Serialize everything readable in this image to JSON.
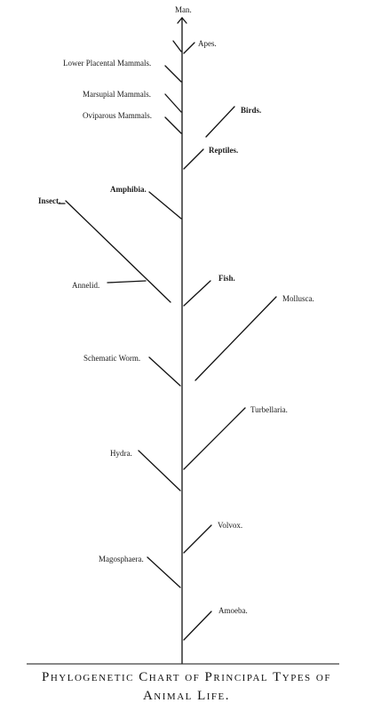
{
  "title_top": "Man.",
  "caption": {
    "line1": "Phylogenetic Chart of Principal Types of",
    "line2": "Animal Life."
  },
  "labels": {
    "apes": "Apes.",
    "lower_placental": "Lower Placental Mammals.",
    "marsupial": "Marsupial Mammals.",
    "oviparous": "Oviparous Mammals.",
    "birds": "Birds.",
    "reptiles": "Reptiles.",
    "amphibia": "Amphibia.",
    "insect": "Insect.",
    "annelid": "Annelid.",
    "fish": "Fish.",
    "mollusca": "Mollusca.",
    "schematic_worm": "Schematic Worm.",
    "turbellaria": "Turbellaria.",
    "hydra": "Hydra.",
    "volvox": "Volvox.",
    "magosphaera": "Magosphaera.",
    "amoeba": "Amoeba."
  }
}
